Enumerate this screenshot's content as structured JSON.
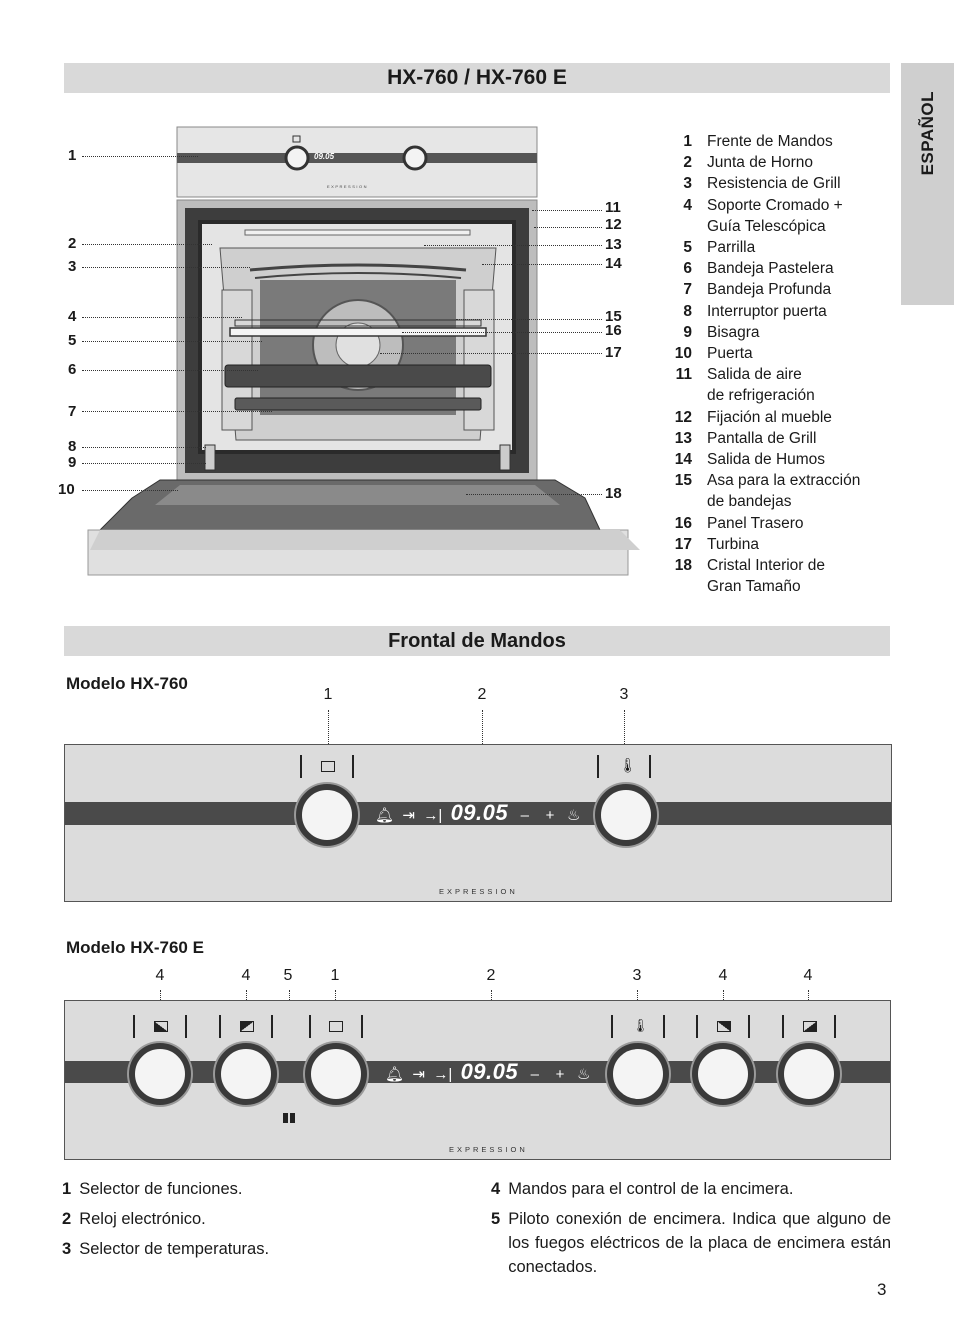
{
  "title": "HX-760 / HX-760 E",
  "side_tab": "ESPAÑOL",
  "legend": [
    {
      "n": "1",
      "t": "Frente de Mandos"
    },
    {
      "n": "2",
      "t": "Junta de Horno"
    },
    {
      "n": "3",
      "t": "Resistencia de Grill"
    },
    {
      "n": "4",
      "t": "Soporte Cromado +"
    },
    {
      "n": "",
      "t": "Guía Telescópica"
    },
    {
      "n": "5",
      "t": "Parrilla"
    },
    {
      "n": "6",
      "t": "Bandeja Pastelera"
    },
    {
      "n": "7",
      "t": "Bandeja Profunda"
    },
    {
      "n": "8",
      "t": "Interruptor puerta"
    },
    {
      "n": "9",
      "t": "Bisagra"
    },
    {
      "n": "10",
      "t": "Puerta"
    },
    {
      "n": "11",
      "t": "Salida de aire"
    },
    {
      "n": "",
      "t": "de refrigeración"
    },
    {
      "n": "12",
      "t": "Fijación al mueble"
    },
    {
      "n": "13",
      "t": "Pantalla de Grill"
    },
    {
      "n": "14",
      "t": "Salida de Humos"
    },
    {
      "n": "15",
      "t": "Asa para la extracción"
    },
    {
      "n": "",
      "t": "de bandejas"
    },
    {
      "n": "16",
      "t": "Panel Trasero"
    },
    {
      "n": "17",
      "t": "Turbina"
    },
    {
      "n": "18",
      "t": "Cristal Interior de"
    },
    {
      "n": "",
      "t": "Gran Tamaño"
    }
  ],
  "oven_labels_left": [
    "1",
    "2",
    "3",
    "4",
    "5",
    "6",
    "7",
    "8",
    "9",
    "10"
  ],
  "oven_labels_right": [
    "11",
    "12",
    "13",
    "14",
    "15",
    "16",
    "17",
    "18"
  ],
  "oven_display_time": "09.05",
  "brand": "EXPRESSION",
  "section2_title": "Frontal de Mandos",
  "model1": {
    "label": "Modelo HX-760",
    "callouts": [
      "1",
      "2",
      "3"
    ],
    "time": "09.05",
    "minus": "–",
    "plus": "+",
    "brand": "EXPRESSION"
  },
  "model2": {
    "label": "Modelo HX-760 E",
    "callouts": [
      "4",
      "4",
      "5",
      "1",
      "2",
      "3",
      "4",
      "4"
    ],
    "time": "09.05",
    "minus": "–",
    "plus": "+",
    "brand": "EXPRESSION"
  },
  "descriptions_left": [
    {
      "n": "1",
      "t": "Selector de funciones."
    },
    {
      "n": "2",
      "t": "Reloj electrónico."
    },
    {
      "n": "3",
      "t": "Selector de temperaturas."
    }
  ],
  "descriptions_right": [
    {
      "n": "4",
      "t": "Mandos para el control de la encimera."
    },
    {
      "n": "5",
      "t": "Piloto conexión de encimera. Indica que alguno de los fuegos eléctricos de la placa de encimera están conectados."
    }
  ],
  "page_number": "3"
}
